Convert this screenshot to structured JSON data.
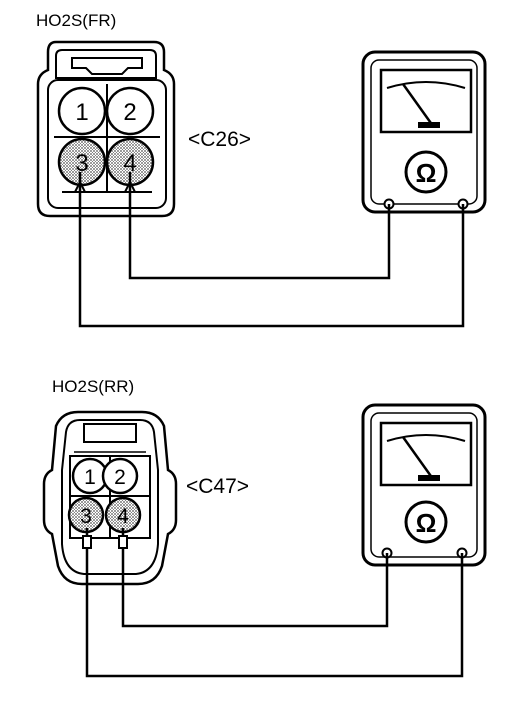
{
  "diagram": {
    "top": {
      "sensor_label": "HO2S(FR)",
      "connector_code": "<C26>",
      "pins": [
        "1",
        "2",
        "3",
        "4"
      ],
      "meter_symbol": "Ω"
    },
    "bottom": {
      "sensor_label": "HO2S(RR)",
      "connector_code": "<C47>",
      "pins": [
        "1",
        "2",
        "3",
        "4"
      ],
      "meter_symbol": "Ω"
    },
    "colors": {
      "ink": "#000000",
      "pin_shade": "#b4b4b4",
      "paper": "#ffffff"
    }
  }
}
